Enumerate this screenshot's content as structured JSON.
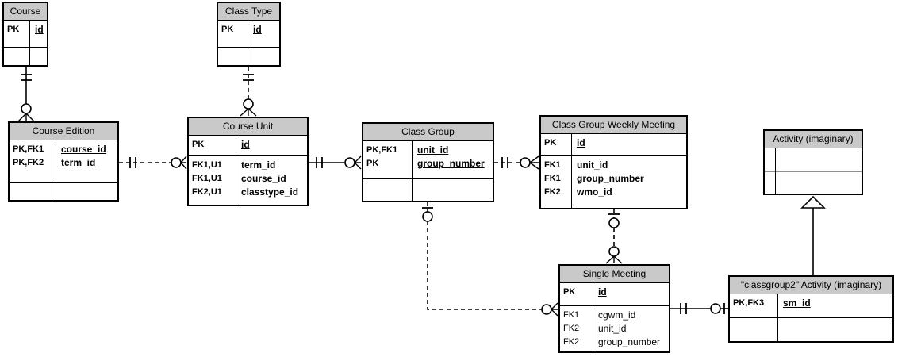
{
  "entities": [
    {
      "name": "Course",
      "rows1": [
        {
          "keys": "PK",
          "field": "id"
        }
      ],
      "rows2": []
    },
    {
      "name": "Class Type",
      "rows1": [
        {
          "keys": "PK",
          "field": "id"
        }
      ],
      "rows2": []
    },
    {
      "name": "Course Edition",
      "rows1": [
        {
          "keys": "PK,FK1",
          "field": "course_id"
        },
        {
          "keys": "PK,FK2",
          "field": "term_id"
        }
      ],
      "rows2": []
    },
    {
      "name": "Course Unit",
      "rows1": [
        {
          "keys": "PK",
          "field": "id"
        }
      ],
      "rows2": [
        {
          "keys": "FK1,U1",
          "field": "term_id"
        },
        {
          "keys": "FK1,U1",
          "field": "course_id"
        },
        {
          "keys": "FK2,U1",
          "field": "classtype_id"
        }
      ]
    },
    {
      "name": "Class Group",
      "rows1": [
        {
          "keys": "PK,FK1",
          "field": "unit_id"
        },
        {
          "keys": "PK",
          "field": "group_number"
        }
      ],
      "rows2": []
    },
    {
      "name": "Class Group Weekly Meeting",
      "rows1": [
        {
          "keys": "PK",
          "field": "id"
        }
      ],
      "rows2": [
        {
          "keys": "FK1",
          "field": "unit_id"
        },
        {
          "keys": "FK1",
          "field": "group_number"
        },
        {
          "keys": "FK2",
          "field": "wmo_id"
        }
      ]
    },
    {
      "name": "Activity (imaginary)",
      "rows1": [],
      "rows2": []
    },
    {
      "name": "Single Meeting",
      "rows1": [
        {
          "keys": "PK",
          "field": "id"
        }
      ],
      "rows2": [
        {
          "keys": "FK1",
          "field": "cgwm_id"
        },
        {
          "keys": "FK2",
          "field": "unit_id"
        },
        {
          "keys": "FK2",
          "field": "group_number"
        }
      ]
    },
    {
      "name": "\"classgroup2\" Activity (imaginary)",
      "rows1": [
        {
          "keys": "PK,FK3",
          "field": "sm_id"
        }
      ],
      "rows2": []
    }
  ],
  "relationships": [
    {
      "from": "Course",
      "to": "Course Edition",
      "from_cardinality": "one-and-only-one",
      "to_cardinality": "zero-or-many",
      "line": "solid"
    },
    {
      "from": "Class Type",
      "to": "Course Unit",
      "from_cardinality": "one-and-only-one",
      "to_cardinality": "zero-or-many",
      "line": "dashed"
    },
    {
      "from": "Course Edition",
      "to": "Course Unit",
      "from_cardinality": "one-and-only-one",
      "to_cardinality": "zero-or-many",
      "line": "dashed"
    },
    {
      "from": "Course Unit",
      "to": "Class Group",
      "from_cardinality": "one-and-only-one",
      "to_cardinality": "zero-or-many",
      "line": "solid"
    },
    {
      "from": "Class Group",
      "to": "Class Group Weekly Meeting",
      "from_cardinality": "one-and-only-one",
      "to_cardinality": "zero-or-many",
      "line": "dashed"
    },
    {
      "from": "Class Group",
      "to": "Single Meeting",
      "from_cardinality": "zero-or-one",
      "to_cardinality": "zero-or-many",
      "line": "dashed"
    },
    {
      "from": "Class Group Weekly Meeting",
      "to": "Single Meeting",
      "from_cardinality": "zero-or-one",
      "to_cardinality": "zero-or-many",
      "line": "dashed"
    },
    {
      "from": "Single Meeting",
      "to": "\"classgroup2\" Activity (imaginary)",
      "from_cardinality": "one-and-only-one",
      "to_cardinality": "zero-or-one",
      "line": "solid"
    },
    {
      "from": "\"classgroup2\" Activity (imaginary)",
      "to": "Activity (imaginary)",
      "type": "inheritance",
      "line": "solid"
    }
  ],
  "colors": {
    "entity_header": "#c9c9c9",
    "border": "#000000",
    "background": "#ffffff"
  }
}
